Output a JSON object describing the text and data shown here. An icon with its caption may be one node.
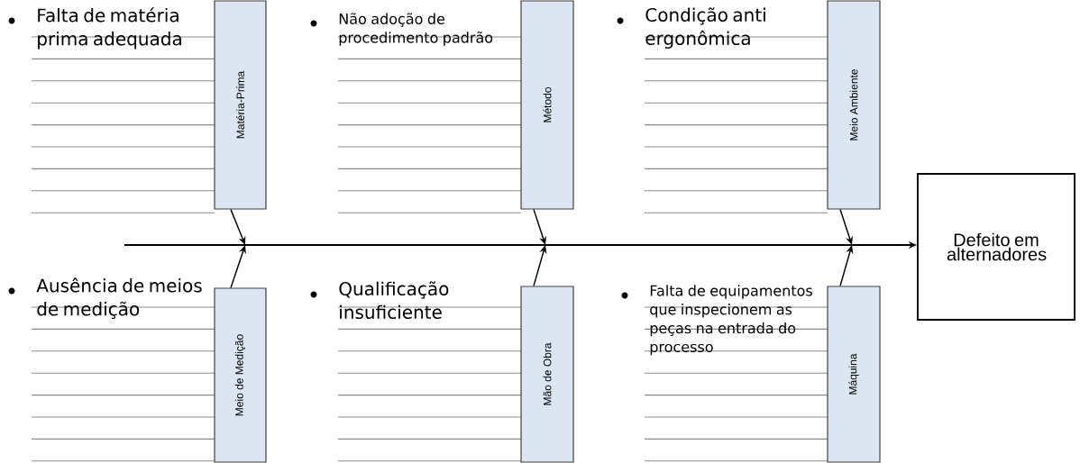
{
  "diagram": {
    "nodes": [
      {
        "text": [
          "Matéria-Prima"
        ],
        "beside": [
          "Falta de matéria prima adequada"
        ]
      },
      {
        "text": [
          "Método"
        ],
        "beside": [
          "Não adoção de procedimento padrão"
        ]
      },
      {
        "text": [
          "Meio Ambiente"
        ],
        "beside": [
          "Condição anti ergonômica"
        ]
      },
      {
        "text": [
          "Defeito em alternadores"
        ]
      },
      {
        "text": [
          "Meio de Medição"
        ],
        "beside": [
          "Ausência de meios de medição"
        ]
      },
      {
        "text": [
          "Mão de Obra"
        ]
      },
      {
        "text": [
          "Máquina"
        ],
        "beside": [
          "Falta de equipamentos que inspecionem as peças na entrada do processo"
        ]
      }
    ],
    "edges": [
      {
        "from": null,
        "to": 3,
        "arrow": "to"
      },
      {
        "from": 0,
        "to": null,
        "arrow": "to"
      },
      {
        "from": 1,
        "to": null,
        "arrow": "to"
      },
      {
        "from": 2,
        "to": null,
        "arrow": "to"
      },
      {
        "from": 4,
        "to": null,
        "arrow": "to"
      },
      {
        "from": 5,
        "to": null,
        "arrow": "to"
      },
      {
        "from": 6,
        "to": null,
        "arrow": "to"
      }
    ],
    "labels": [
      "Qualificação insuficiente"
    ]
  }
}
